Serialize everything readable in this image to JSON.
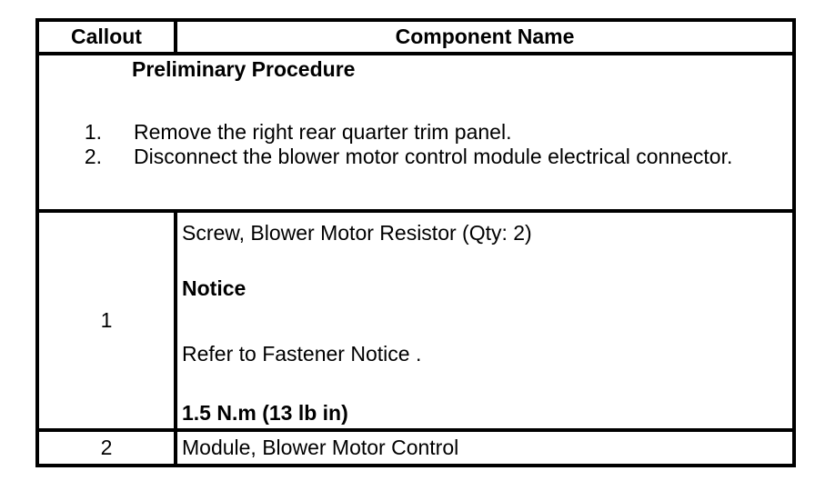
{
  "table": {
    "header": {
      "callout": "Callout",
      "component": "Component Name"
    },
    "preliminary": {
      "title": "Preliminary Procedure",
      "steps": [
        {
          "num": "1.",
          "text": "Remove the right rear quarter trim panel."
        },
        {
          "num": "2.",
          "text": "Disconnect the blower motor control module electrical connector."
        }
      ]
    },
    "rows": [
      {
        "callout": "1",
        "lines": [
          "Screw, Blower Motor Resistor (Qty: 2)",
          "Notice",
          "Refer to Fastener Notice .",
          "1.5 N.m (13 lb in)"
        ]
      },
      {
        "callout": "2",
        "lines": [
          "Module, Blower Motor Control"
        ]
      }
    ],
    "colors": {
      "border": "#000000",
      "background": "#ffffff",
      "text": "#000000"
    }
  }
}
